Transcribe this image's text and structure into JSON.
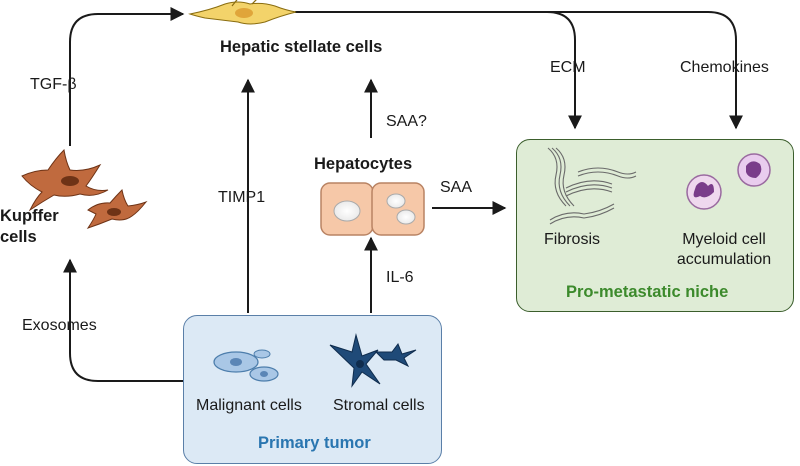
{
  "nodes": {
    "stellate": "Hepatic stellate cells",
    "kupffer": "Kupffer\ncells",
    "hepatocytes": "Hepatocytes",
    "malignant": "Malignant cells",
    "stromal": "Stromal cells",
    "primary_tumor": "Primary tumor",
    "fibrosis": "Fibrosis",
    "myeloid": "Myeloid cell\naccumulation",
    "niche": "Pro-metastatic niche"
  },
  "edges": {
    "tgf": "TGF-β",
    "exosomes": "Exosomes",
    "timp1": "TIMP1",
    "saa_q": "SAA?",
    "il6": "IL-6",
    "saa": "SAA",
    "ecm": "ECM",
    "chemokines": "Chemokines"
  },
  "colors": {
    "arrow": "#1a1a1a",
    "tumor_fill": "#dce9f5",
    "tumor_border": "#5a7fa8",
    "niche_fill": "#dfecd6",
    "niche_border": "#3b5e2c",
    "tumor_title": "#2a76b0",
    "niche_title": "#3c8a2c",
    "stellate_cell": "#f3d36a",
    "kupffer_cell": "#c06a3e",
    "hepatocyte": "#f6c8a8",
    "myeloid_cell": "#d7a3d8"
  }
}
